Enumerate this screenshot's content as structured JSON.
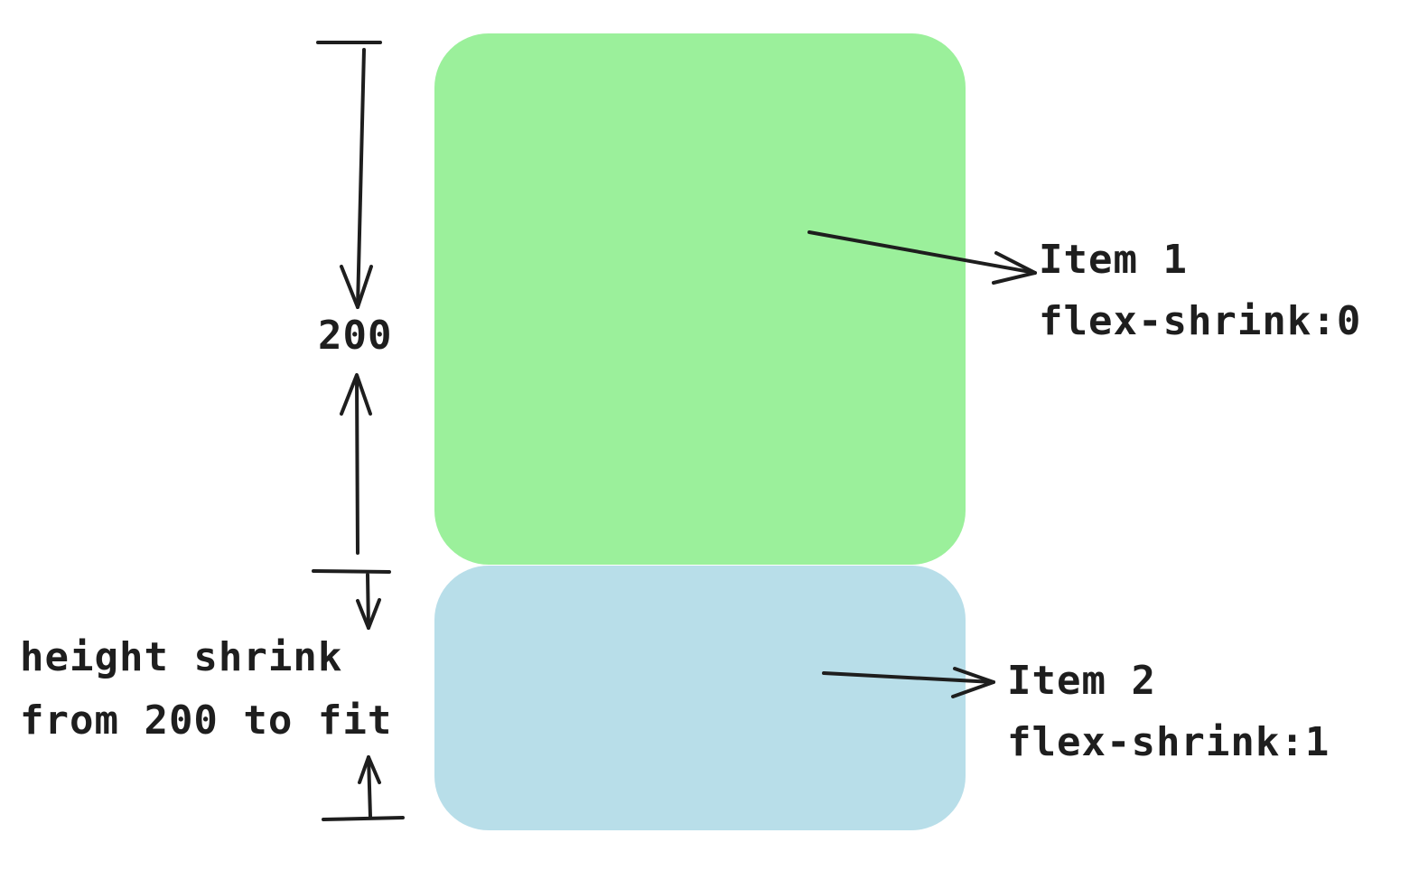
{
  "colors": {
    "item1_fill": "#9bf09b",
    "item2_fill": "#b8dee9",
    "stroke": "#1e1e1e"
  },
  "measure": {
    "value_label": "200"
  },
  "item1": {
    "title": "Item 1",
    "property": "flex-shrink:0"
  },
  "item2": {
    "title": "Item 2",
    "property": "flex-shrink:1"
  },
  "shrink_note": {
    "line1": "height shrink",
    "line2": "from 200 to fit"
  }
}
